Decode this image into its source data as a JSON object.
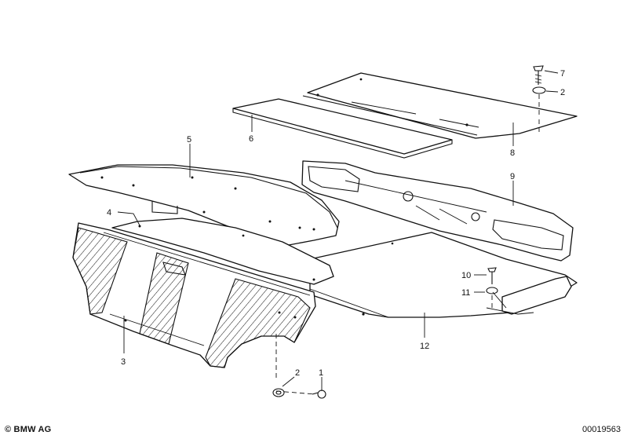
{
  "footer": {
    "copyright": "© BMW AG",
    "document_number": "00019563"
  },
  "callouts": [
    {
      "id": "c1",
      "label": "1"
    },
    {
      "id": "c2a",
      "label": "2"
    },
    {
      "id": "c2b",
      "label": "2"
    },
    {
      "id": "c3",
      "label": "3"
    },
    {
      "id": "c4",
      "label": "4"
    },
    {
      "id": "c5",
      "label": "5"
    },
    {
      "id": "c6",
      "label": "6"
    },
    {
      "id": "c7",
      "label": "7"
    },
    {
      "id": "c8",
      "label": "8"
    },
    {
      "id": "c9",
      "label": "9"
    },
    {
      "id": "c10",
      "label": "10"
    },
    {
      "id": "c11",
      "label": "11"
    },
    {
      "id": "c12",
      "label": "12"
    }
  ]
}
